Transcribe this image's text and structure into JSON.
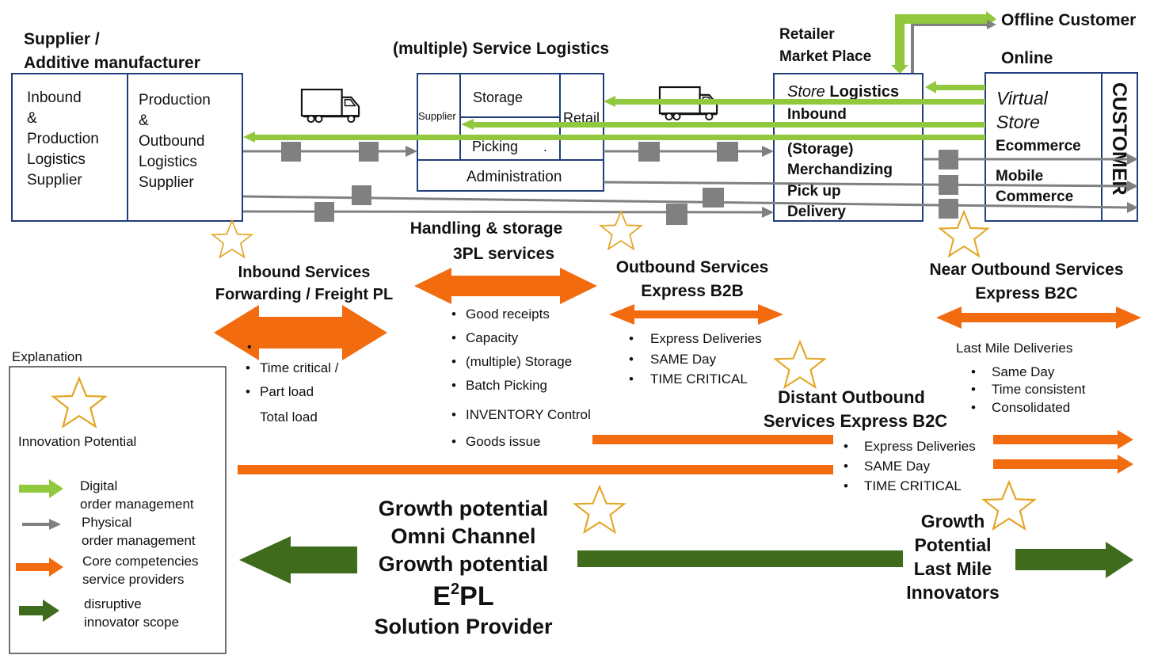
{
  "colors": {
    "digital": "#92c83e",
    "physical": "#808080",
    "core": "#f26b0f",
    "disruptive": "#3f6b1c",
    "box_border": "#1f3e7a",
    "star": "#e3a525"
  },
  "supplier": {
    "heading_line1": "Supplier /",
    "heading_line2": "Additive manufacturer",
    "inbound": [
      "Inbound",
      "&",
      "Production",
      "Logistics",
      "Supplier"
    ],
    "production": [
      "Production",
      "&",
      "Outbound",
      "Logistics",
      "Supplier"
    ]
  },
  "service_logistics": {
    "heading": "(multiple)  Service  Logistics",
    "supplier_cell": "Supplier",
    "storage": "Storage",
    "picking": "Picking",
    "picking_dot": ".",
    "retail": "Retail",
    "administration": "Administration"
  },
  "retailer": {
    "heading_line1": "Retailer",
    "heading_line2": "Market Place",
    "store_italic": "Store",
    "store_rest": " Logistics",
    "lines": [
      "Inbound",
      "(Storage)",
      "Merchandizing",
      "Pick up",
      "Delivery"
    ]
  },
  "online": {
    "offline_customer": "Offline Customer",
    "online_label": "Online",
    "virtual": "Virtual",
    "store": "Store",
    "ecommerce": "Ecommerce",
    "mobile": "Mobile",
    "commerce": "Commerce",
    "customer": "CUSTOMER"
  },
  "inbound_services": {
    "title_line1": "Inbound Services",
    "title_line2": "Forwarding / Freight PL",
    "bullets": [
      "Time critical /",
      "Part  load",
      "Total load"
    ]
  },
  "handling": {
    "title_line1": "Handling & storage",
    "title_line2": "3PL services",
    "bullets": [
      "Good receipts",
      "Capacity",
      "(multiple) Storage",
      "Batch Picking",
      "INVENTORY Control",
      "Goods issue"
    ]
  },
  "outbound_b2b": {
    "title_line1": "Outbound  Services",
    "title_line2": "Express B2B",
    "bullets": [
      "Express Deliveries",
      "SAME Day",
      "TIME CRITICAL"
    ]
  },
  "near_outbound": {
    "title_line1": "Near Outbound  Services",
    "title_line2": "Express B2C",
    "sub": "Last Mile Deliveries",
    "bullets": [
      "Same Day",
      "Time consistent",
      "Consolidated"
    ]
  },
  "distant_outbound": {
    "title_line1": "Distant Outbound",
    "title_line2": "Services Express B2C",
    "bullets": [
      "Express Deliveries",
      "SAME Day",
      "TIME CRITICAL"
    ]
  },
  "growth_omni": {
    "line1": "Growth potential",
    "line2": "Omni Channel",
    "line3": "Growth potential",
    "e2pl_e": "E",
    "e2pl_sup": "2",
    "e2pl_rest": "PL",
    "line5": "Solution Provider"
  },
  "growth_last_mile": {
    "lines": [
      "Growth",
      "Potential",
      "Last Mile",
      "Innovators"
    ]
  },
  "legend": {
    "title": "Explanation",
    "innovation": "Innovation Potential",
    "digital_1": "Digital",
    "digital_2": "order management",
    "physical_1": "Physical",
    "physical_2": "order management",
    "core_1": "Core competencies",
    "core_2": "service providers",
    "disruptive_1": "disruptive",
    "disruptive_2": "innovator scope"
  }
}
